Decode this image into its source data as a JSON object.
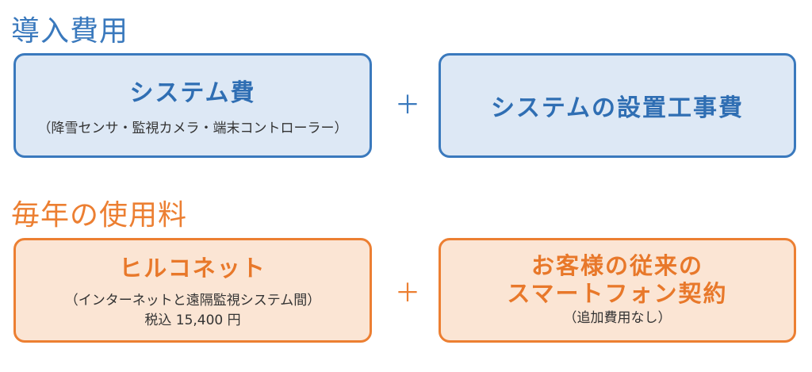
{
  "intro": {
    "heading": "導入費用",
    "system": {
      "title": "システム費",
      "note": "（降雪センサ・監視カメラ・端末コントローラー）"
    },
    "plus": "＋",
    "install": {
      "title": "システムの設置工事費"
    }
  },
  "annual": {
    "heading": "毎年の使用料",
    "hirunet": {
      "title": "ヒルコネット",
      "note": "（インターネットと遠隔監視システム間）",
      "price": "税込 15,400 円"
    },
    "plus": "＋",
    "smartphone": {
      "title_line1": "お客様の従来の",
      "title_line2": "スマートフォン契約",
      "note": "（追加費用なし）"
    }
  },
  "colors": {
    "blue": "#3a79bd",
    "orange": "#ec7f32"
  }
}
